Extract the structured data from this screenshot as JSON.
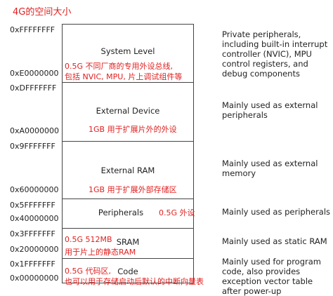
{
  "title": "4G的空间大小",
  "addresses": [
    {
      "label": "0xFFFFFFFF"
    },
    {
      "label": "0xE0000000"
    },
    {
      "label": "0xDFFFFFFF"
    },
    {
      "label": "0xA0000000"
    },
    {
      "label": "0x9FFFFFFF"
    },
    {
      "label": "0x60000000"
    },
    {
      "label": "0x5FFFFFFF"
    },
    {
      "label": "0x40000000"
    },
    {
      "label": "0x3FFFFFFF"
    },
    {
      "label": "0x20000000"
    },
    {
      "label": "0x1FFFFFFF"
    },
    {
      "label": "0x00000000"
    }
  ],
  "regions": [
    {
      "name": "System Level",
      "note": [
        "0.5G 不同厂商的专用外设总线,",
        "包括 NVIC, MPU, 片上调试组件等"
      ],
      "description": "Private peripherals, including built-in interrupt controller (NVIC), MPU control registers, and debug components"
    },
    {
      "name": "External Device",
      "note": [
        "1GB 用于扩展片外的外设"
      ],
      "description": "Mainly used as external peripherals"
    },
    {
      "name": "External RAM",
      "note": [
        "1GB 用于扩展外部存储区"
      ],
      "description": "Mainly used as external memory"
    },
    {
      "name": "Peripherals",
      "note": [
        "0.5G 外设"
      ],
      "description": "Mainly used as peripherals"
    },
    {
      "name": "SRAM",
      "note": [
        "0.5G  512MB",
        "用于片上的静态RAM"
      ],
      "description": "Mainly used as static RAM"
    },
    {
      "name": "Code",
      "note": [
        "0.5G  代码区,",
        "也可以用于存储启动后默认的中断向量表"
      ],
      "description": "Mainly used for program code, also provides exception vector table after power-up"
    }
  ],
  "colors": {
    "note": "#e02020",
    "border": "#444444"
  }
}
